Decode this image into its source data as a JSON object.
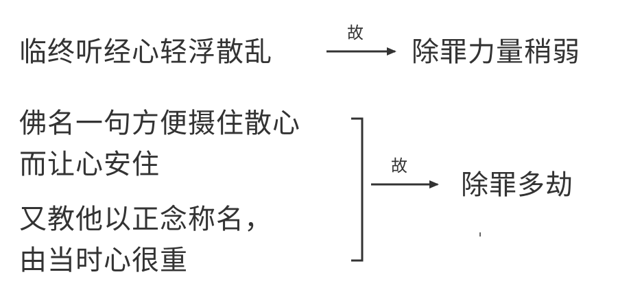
{
  "row1": {
    "cause": "临终听经心轻浮散乱",
    "connector": "故",
    "effect": "除罪力量稍弱"
  },
  "row2": {
    "cause_lines": [
      "佛名一句方便摄住散心",
      "而让心安住",
      "又教他以正念称名，",
      "由当时心很重"
    ],
    "connector": "故",
    "effect": "除罪多劫"
  },
  "colors": {
    "text": "#333333",
    "background": "#ffffff"
  }
}
